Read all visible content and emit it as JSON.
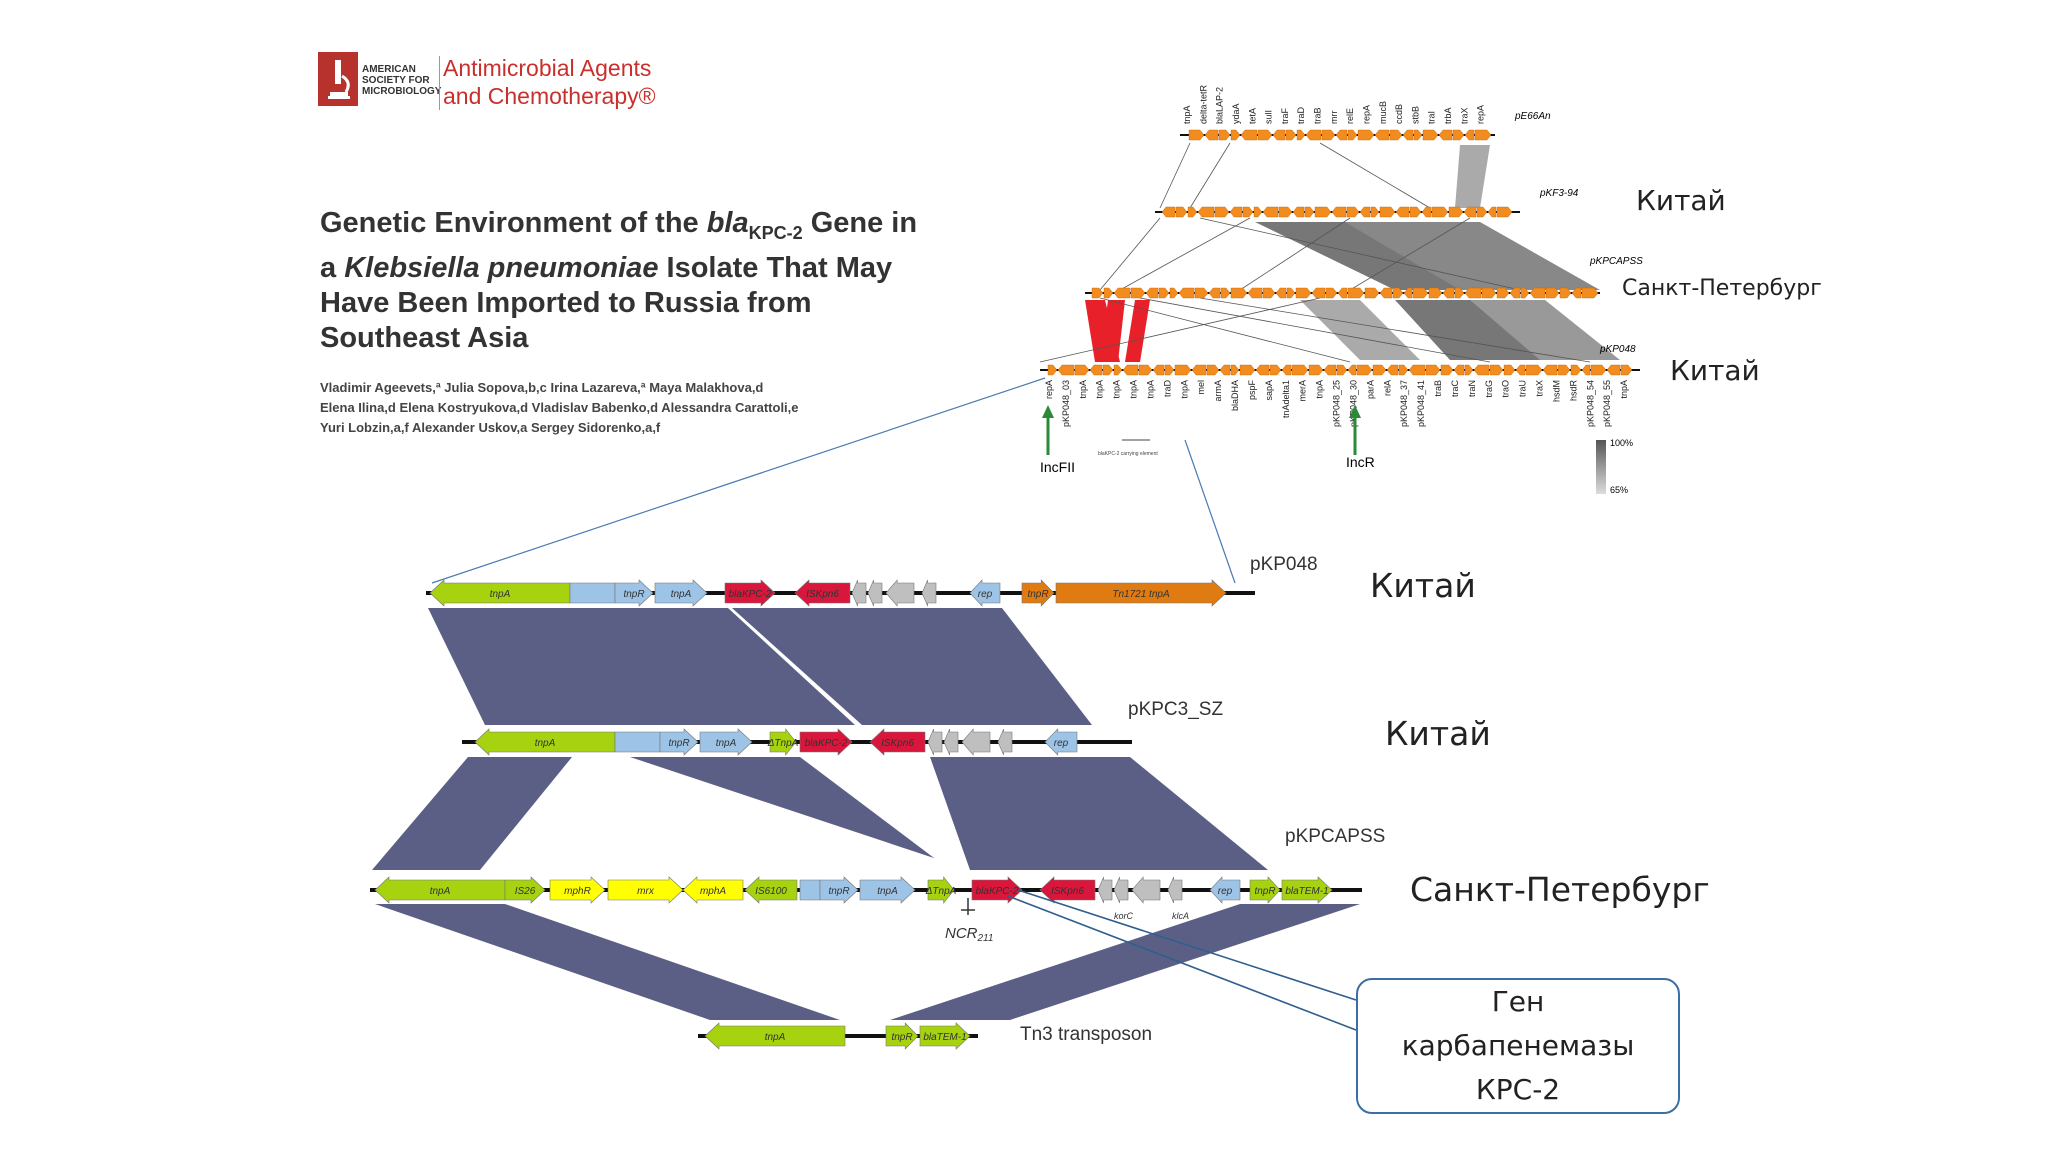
{
  "journal": {
    "org_line1": "AMERICAN",
    "org_line2": "SOCIETY FOR",
    "org_line3": "MICROBIOLOGY",
    "name_line1": "Antimicrobial Agents",
    "name_line2": "and Chemotherapy®",
    "brand_color": "#b8322d"
  },
  "article": {
    "title_part1": "Genetic Environment of the ",
    "title_italic_gene": "bla",
    "title_subscript": "KPC-2",
    "title_part2": " Gene in a ",
    "title_italic_species": "Klebsiella pneumoniae",
    "title_part3": " Isolate That May Have Been Imported to Russia from Southeast Asia",
    "authors_line1": "Vladimir Ageevets,ª Julia Sopova,b,c Irina Lazareva,ª Maya Malakhova,d",
    "authors_line2": "Elena Ilina,d Elena Kostryukova,d Vladislav Babenko,d Alessandra Carattoli,e",
    "authors_line3": "Yuri Lobzin,a,f Alexander Uskov,a Sergey Sidorenko,a,f"
  },
  "top_figure": {
    "plasmids": [
      "pE66An",
      "pKF3-94",
      "pKPCAPSS",
      "pKP048"
    ],
    "regions": [
      "Китай",
      "Санкт-Петербург",
      "Китай"
    ],
    "genes_top": [
      "tnpA",
      "delta-tetR",
      "blaLAP-2",
      "ydaA",
      "tetA",
      "sulI",
      "traF",
      "traD",
      "traB",
      "mrr",
      "relE",
      "repA",
      "mucB",
      "ccdB",
      "stbB",
      "traI",
      "trbA",
      "traX",
      "repA"
    ],
    "genes_bottom": [
      "repA",
      "pKP048_03",
      "tnpA",
      "tnpA",
      "tnpA",
      "tnpA",
      "tnpA",
      "traD",
      "tnpA",
      "mel",
      "armA",
      "blaDHA",
      "pspF",
      "sapA",
      "tnAdelta1",
      "merA",
      "tnpA",
      "pKP048_25",
      "pKP048_30",
      "parA",
      "relA",
      "pKP048_37",
      "pKP048_41",
      "traB",
      "traC",
      "traN",
      "traG",
      "traO",
      "traU",
      "traX",
      "hsdM",
      "hsdR",
      "pKP048_54",
      "pKP048_55",
      "tnpA"
    ],
    "markers": [
      "IncFII",
      "IncR"
    ],
    "legend_max": "100%",
    "legend_min": "65%",
    "kpc_element_label": "blaKPC-2 carrying element"
  },
  "bottom_figure": {
    "tracks": [
      {
        "name": "pKP048",
        "region": "Китай"
      },
      {
        "name": "pKPC3_SZ",
        "region": "Китай"
      },
      {
        "name": "pKPCAPSS",
        "region": "Санкт-Петербург"
      },
      {
        "name": "Tn3 transposon",
        "region": ""
      }
    ],
    "genes_track1": [
      "tnpA",
      "tnpR",
      "tnpA",
      "blaKPC-2",
      "ISKpn6",
      "rep",
      "tnpR",
      "Tn1721 tnpA"
    ],
    "genes_track2": [
      "tnpA",
      "tnpR",
      "tnpA",
      "ΔTnpA",
      "blaKPC-2",
      "ISKpn6",
      "rep"
    ],
    "genes_track3": [
      "tnpA",
      "IS26",
      "mphR",
      "mrx",
      "mphA",
      "IS6100",
      "tnpR",
      "tnpA",
      "ΔTnpA",
      "blaKPC-2",
      "ISKpn6",
      "korC",
      "klcA",
      "rep",
      "tnpR",
      "blaTEM-1"
    ],
    "genes_track4": [
      "tnpA",
      "tnpR",
      "blaTEM-1"
    ],
    "ncr_label": "NCR",
    "ncr_sub": "211",
    "colors": {
      "lime": "#a6d20f",
      "blue": "#9dc3e6",
      "red": "#d9163b",
      "gray": "#bfbfbf",
      "orange": "#e07b12",
      "yellow": "#ffff00",
      "homology": "#5b5f85"
    }
  },
  "callout": {
    "line1": "Ген",
    "line2": "карбапенемазы",
    "line3": "КРС-2"
  }
}
